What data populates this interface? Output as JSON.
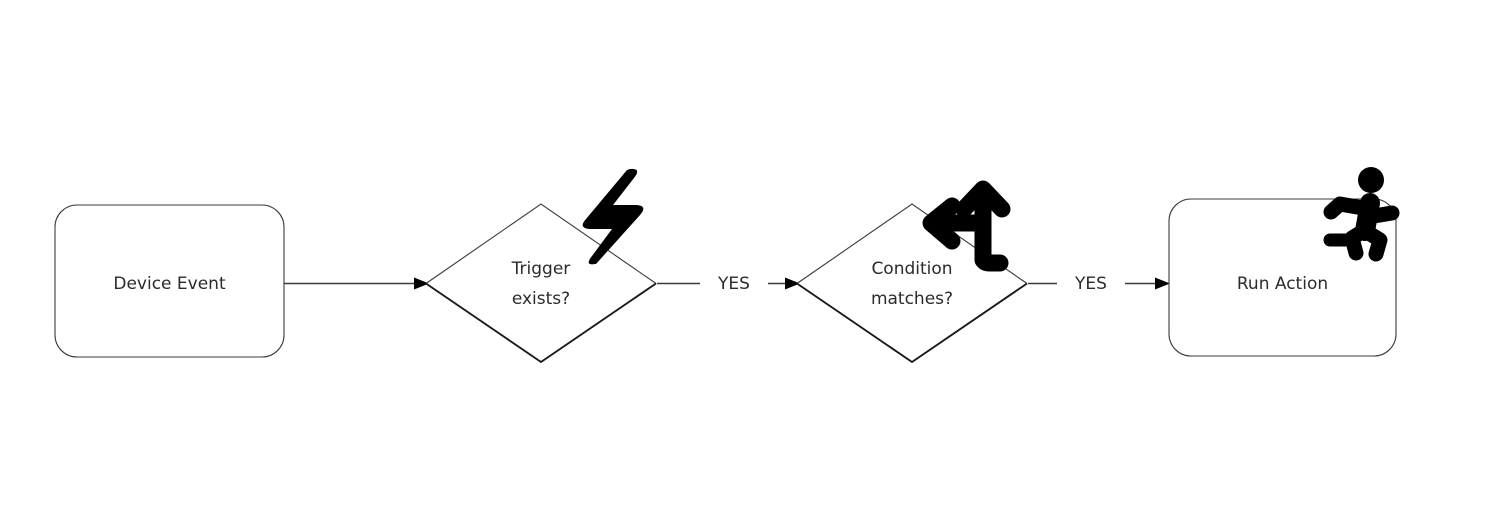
{
  "diagram": {
    "type": "flowchart",
    "orientation": "left-to-right",
    "background_color": "#ffffff",
    "stroke_color": "#3b3b3b",
    "text_color": "#2b2b2b",
    "icon_color": "#000000",
    "nodes": [
      {
        "id": "device-event",
        "label": "Device Event",
        "shape": "rounded-rectangle",
        "icon": null
      },
      {
        "id": "trigger-exists",
        "label_line1": "Trigger",
        "label_line2": "exists?",
        "shape": "diamond",
        "icon": "lightning-bolt-icon"
      },
      {
        "id": "condition-matches",
        "label_line1": "Condition",
        "label_line2": "matches?",
        "shape": "diamond",
        "icon": "branch-fork-arrow-icon"
      },
      {
        "id": "run-action",
        "label": "Run Action",
        "shape": "rounded-rectangle",
        "icon": "running-person-icon"
      }
    ],
    "edges": [
      {
        "id": "edge-1",
        "from": "device-event",
        "to": "trigger-exists",
        "label": ""
      },
      {
        "id": "edge-2",
        "from": "trigger-exists",
        "to": "condition-matches",
        "label": "YES"
      },
      {
        "id": "edge-3",
        "from": "condition-matches",
        "to": "run-action",
        "label": "YES"
      }
    ]
  }
}
